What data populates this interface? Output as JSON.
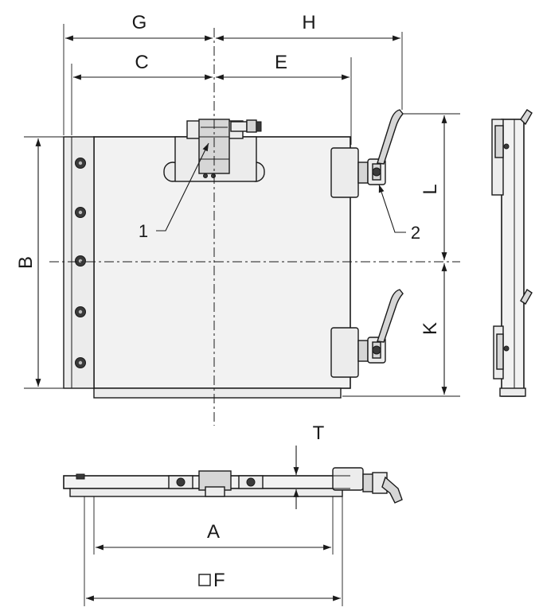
{
  "dimension_labels": {
    "G": "G",
    "H": "H",
    "C": "C",
    "E": "E",
    "B": "B",
    "L": "L",
    "K": "K",
    "T": "T",
    "A": "A",
    "F": "F"
  },
  "callouts": {
    "one": "1",
    "two": "2"
  }
}
